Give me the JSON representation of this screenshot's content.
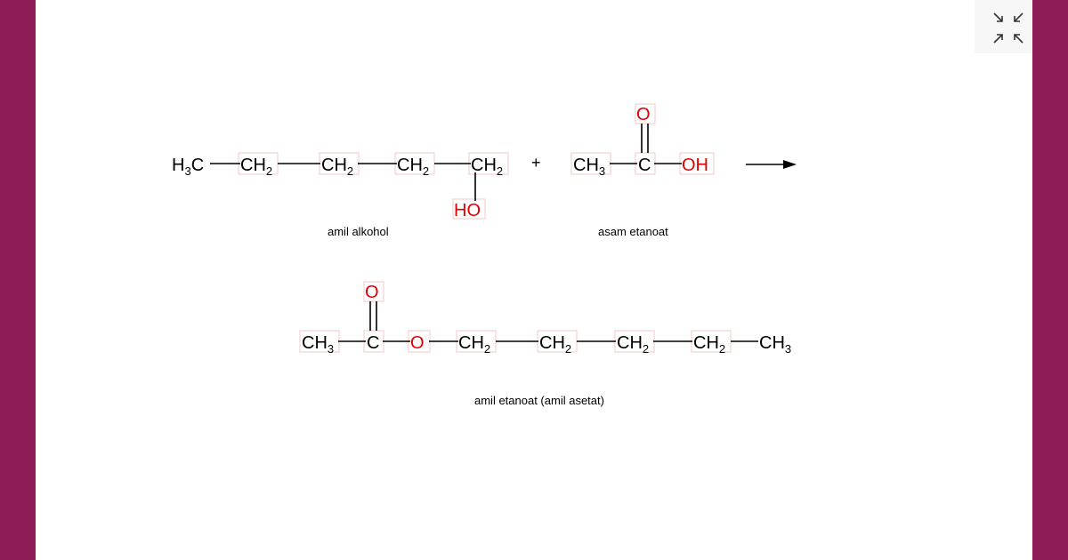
{
  "colors": {
    "frame": "#8e1c57",
    "canvas": "#ffffff",
    "heteroatom": "#e00000"
  },
  "toolbar": {
    "icons": [
      "collapse-down-right-icon",
      "collapse-down-left-icon",
      "expand-up-right-icon",
      "expand-up-left-icon"
    ],
    "glyphs": [
      "↘",
      "↙",
      "↗",
      "↖"
    ]
  },
  "reactant1": {
    "h3c": "H",
    "h3c_sub": "3",
    "h3c_c": "C",
    "ch2_a": "CH",
    "ch2_b": "CH",
    "ch2_c": "CH",
    "ch2_d": "CH",
    "sub2": "2",
    "ho": "HO",
    "caption": "amil alkohol"
  },
  "plus": "+",
  "reactant2": {
    "ch3": "CH",
    "sub3": "3",
    "c": "C",
    "o": "O",
    "oh": "OH",
    "caption": "asam etanoat"
  },
  "product": {
    "ch3": "CH",
    "sub3": "3",
    "c": "C",
    "o_carbonyl": "O",
    "o_ester": "O",
    "ch2_a": "CH",
    "ch2_b": "CH",
    "ch2_c": "CH",
    "ch2_d": "CH",
    "sub2": "2",
    "ch3_end": "CH",
    "sub3_end": "3",
    "caption": "amil etanoat (amil asetat)"
  }
}
